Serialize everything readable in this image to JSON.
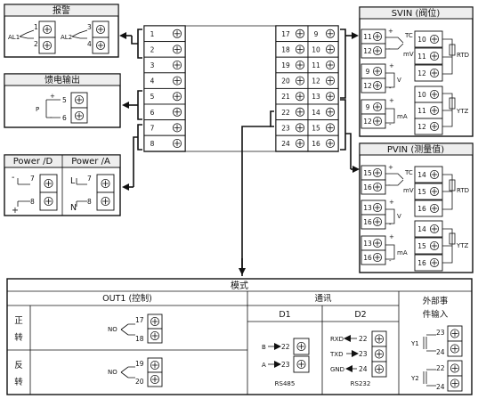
{
  "alarm": {
    "title": "报警",
    "al1": "AL1",
    "al2": "AL2",
    "t1": "1",
    "t2": "2",
    "t3": "3",
    "t4": "4"
  },
  "feed": {
    "title": "馈电输出",
    "p": "P",
    "plus": "+",
    "minus": "-",
    "t5": "5",
    "t6": "6"
  },
  "power": {
    "title_d": "Power /D",
    "title_a": "Power /A",
    "minus": "-",
    "plus": "+",
    "l": "L",
    "n": "N",
    "t7": "7",
    "t8": "8"
  },
  "terminal_strip": {
    "left": [
      "1",
      "2",
      "3",
      "4",
      "5",
      "6",
      "7",
      "8"
    ],
    "right": [
      "17",
      "18",
      "19",
      "20",
      "21",
      "22",
      "23",
      "24"
    ],
    "side": [
      "9",
      "10",
      "11",
      "12",
      "13",
      "14",
      "15",
      "16"
    ]
  },
  "svin": {
    "title": "SVIN (阀位)",
    "tc": "TC",
    "mv": "mV",
    "v": "V",
    "ma": "mA",
    "rtd": "RTD",
    "ytz": "YTZ",
    "plus": "+",
    "minus": "-",
    "t9": "9",
    "t10": "10",
    "t11": "11",
    "t12": "12"
  },
  "pvin": {
    "title": "PVIN (测量值)",
    "tc": "TC",
    "mv": "mV",
    "v": "V",
    "ma": "mA",
    "rtd": "RTD",
    "ytz": "YTZ",
    "plus": "+",
    "minus": "-",
    "t13": "13",
    "t14": "14",
    "t15": "15",
    "t16": "16"
  },
  "module": {
    "title": "模式",
    "out1": "OUT1 (控制)",
    "forward_1": "正",
    "forward_2": "转",
    "reverse_1": "反",
    "reverse_2": "转",
    "no": "NO",
    "t17": "17",
    "t18": "18",
    "t19": "19",
    "t20": "20",
    "comm": "通讯",
    "d1": "D1",
    "d2": "D2",
    "b": "B",
    "a": "A",
    "rs485": "RS485",
    "t22": "22",
    "t23": "23",
    "t24": "24",
    "rxd": "RXD",
    "txd": "TXD",
    "gnd": "GND",
    "rs232": "RS232",
    "ext_1": "外部事",
    "ext_2": "件输入",
    "y1": "Y1",
    "y2": "Y2"
  }
}
